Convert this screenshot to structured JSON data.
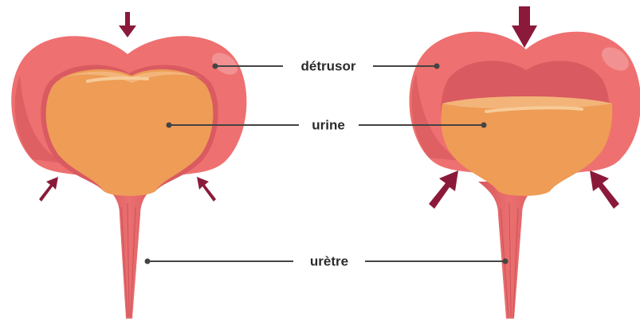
{
  "labels": {
    "detrusor": "détrusor",
    "urine": "urine",
    "uretre": "urètre"
  },
  "colors": {
    "bladder_wall": "#EE7070",
    "bladder_wall_dark": "#D85A5E",
    "bladder_inner": "#D95A60",
    "urine": "#EE9C56",
    "urine_light": "#F3B47A",
    "arrow": "#8B1A3A",
    "leader_line": "#444444",
    "label_text": "#2b2b2b"
  },
  "icons": [
    "arrow-down-icon",
    "arrow-up-right-icon",
    "arrow-up-left-icon"
  ]
}
